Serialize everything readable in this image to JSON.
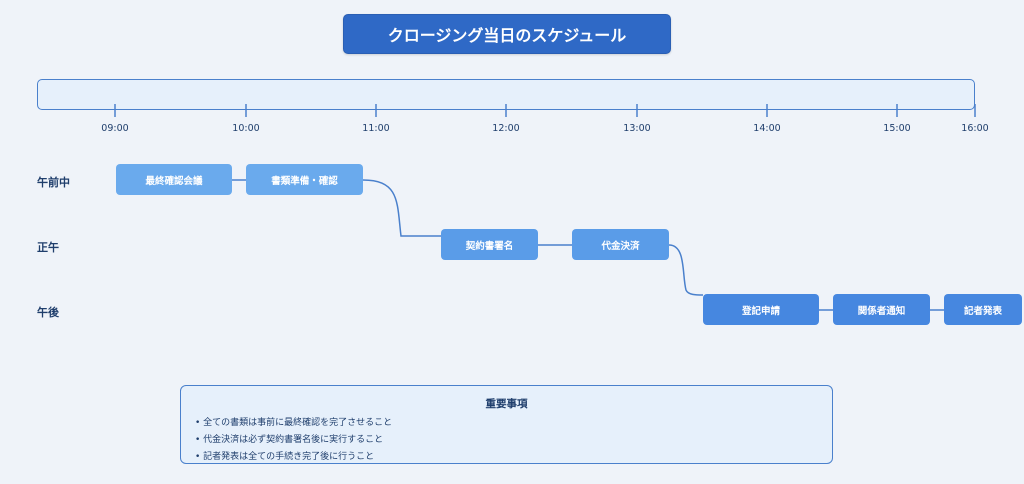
{
  "title": "クロージング当日のスケジュール",
  "timeline": {
    "ticks": [
      "09:00",
      "10:00",
      "11:00",
      "12:00",
      "13:00",
      "14:00",
      "15:00",
      "16:00"
    ]
  },
  "rows": [
    "午前中",
    "正午",
    "午後"
  ],
  "tasks": [
    {
      "label": "最終確認会議",
      "row": "午前中"
    },
    {
      "label": "書類準備・確認",
      "row": "午前中"
    },
    {
      "label": "契約書署名",
      "row": "正午"
    },
    {
      "label": "代金決済",
      "row": "正午"
    },
    {
      "label": "登記申請",
      "row": "午後"
    },
    {
      "label": "関係者通知",
      "row": "午後"
    },
    {
      "label": "記者発表",
      "row": "午後"
    }
  ],
  "notes": {
    "title": "重要事項",
    "items": [
      "全ての書類は事前に最終確認を完了させること",
      "代金決済は必ず契約書署名後に実行すること",
      "記者発表は全ての手続き完了後に行うこと"
    ]
  },
  "colors": {
    "title_bg": "#2f69c6",
    "accent": "#4a80cc",
    "task_light": "#6aaaed",
    "task_mid": "#5a9ce8",
    "task_dark": "#4687e0",
    "background": "#eff3f9"
  }
}
